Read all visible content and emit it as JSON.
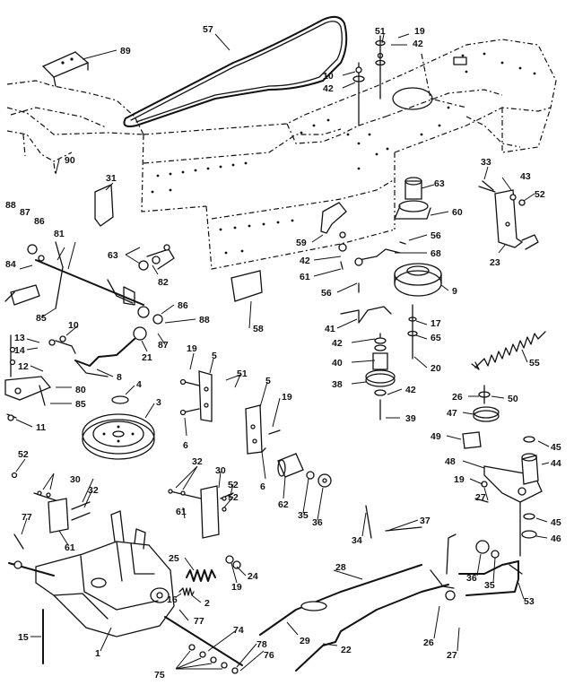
{
  "diagram": {
    "parts": [
      {
        "id": "p89",
        "label": "89"
      },
      {
        "id": "p57",
        "label": "57"
      },
      {
        "id": "p51",
        "label": "51"
      },
      {
        "id": "p19a",
        "label": "19"
      },
      {
        "id": "p42a",
        "label": "42"
      },
      {
        "id": "p10a",
        "label": "10"
      },
      {
        "id": "p42b",
        "label": "42"
      },
      {
        "id": "p90",
        "label": "90"
      },
      {
        "id": "p31",
        "label": "31"
      },
      {
        "id": "p63a",
        "label": "63"
      },
      {
        "id": "p60",
        "label": "60"
      },
      {
        "id": "p33",
        "label": "33"
      },
      {
        "id": "p43",
        "label": "43"
      },
      {
        "id": "p52a",
        "label": "52"
      },
      {
        "id": "p23",
        "label": "23"
      },
      {
        "id": "p88a",
        "label": "88"
      },
      {
        "id": "p87a",
        "label": "87"
      },
      {
        "id": "p86a",
        "label": "86"
      },
      {
        "id": "p81",
        "label": "81"
      },
      {
        "id": "p63b",
        "label": "63"
      },
      {
        "id": "p82",
        "label": "82"
      },
      {
        "id": "p59",
        "label": "59"
      },
      {
        "id": "p56a",
        "label": "56"
      },
      {
        "id": "p42c",
        "label": "42"
      },
      {
        "id": "p68",
        "label": "68"
      },
      {
        "id": "p84",
        "label": "84"
      },
      {
        "id": "p61a",
        "label": "61"
      },
      {
        "id": "p56b",
        "label": "56"
      },
      {
        "id": "p9",
        "label": "9"
      },
      {
        "id": "p58",
        "label": "58"
      },
      {
        "id": "p86b",
        "label": "86"
      },
      {
        "id": "p85",
        "label": "85"
      },
      {
        "id": "p88b",
        "label": "88"
      },
      {
        "id": "p10b",
        "label": "10"
      },
      {
        "id": "p87b",
        "label": "87"
      },
      {
        "id": "p41",
        "label": "41"
      },
      {
        "id": "p17",
        "label": "17"
      },
      {
        "id": "p13",
        "label": "13"
      },
      {
        "id": "p42d",
        "label": "42"
      },
      {
        "id": "p65",
        "label": "65"
      },
      {
        "id": "p14",
        "label": "14"
      },
      {
        "id": "p21",
        "label": "21"
      },
      {
        "id": "p19b",
        "label": "19"
      },
      {
        "id": "p5a",
        "label": "5"
      },
      {
        "id": "p40",
        "label": "40"
      },
      {
        "id": "p20",
        "label": "20"
      },
      {
        "id": "p55",
        "label": "55"
      },
      {
        "id": "p12",
        "label": "12"
      },
      {
        "id": "p8",
        "label": "8"
      },
      {
        "id": "p51b",
        "label": "51"
      },
      {
        "id": "p80",
        "label": "80"
      },
      {
        "id": "p4",
        "label": "4"
      },
      {
        "id": "p5b",
        "label": "5"
      },
      {
        "id": "p38",
        "label": "38"
      },
      {
        "id": "p42e",
        "label": "42"
      },
      {
        "id": "p26a",
        "label": "26"
      },
      {
        "id": "p50",
        "label": "50"
      },
      {
        "id": "p19c",
        "label": "19"
      },
      {
        "id": "p85b",
        "label": "85"
      },
      {
        "id": "p3",
        "label": "3"
      },
      {
        "id": "p39",
        "label": "39"
      },
      {
        "id": "p47",
        "label": "47"
      },
      {
        "id": "p11",
        "label": "11"
      },
      {
        "id": "p6a",
        "label": "6"
      },
      {
        "id": "p49",
        "label": "49"
      },
      {
        "id": "p45a",
        "label": "45"
      },
      {
        "id": "p48",
        "label": "48"
      },
      {
        "id": "p44",
        "label": "44"
      },
      {
        "id": "p52b",
        "label": "52"
      },
      {
        "id": "p32a",
        "label": "32"
      },
      {
        "id": "p30a",
        "label": "30"
      },
      {
        "id": "p6b",
        "label": "6"
      },
      {
        "id": "p19d",
        "label": "19"
      },
      {
        "id": "p52c",
        "label": "52"
      },
      {
        "id": "p30b",
        "label": "30"
      },
      {
        "id": "p32b",
        "label": "32"
      },
      {
        "id": "p52d",
        "label": "52"
      },
      {
        "id": "p62",
        "label": "62"
      },
      {
        "id": "p35a",
        "label": "35"
      },
      {
        "id": "p36a",
        "label": "36"
      },
      {
        "id": "p27a",
        "label": "27"
      },
      {
        "id": "p61b",
        "label": "61"
      },
      {
        "id": "p34",
        "label": "34"
      },
      {
        "id": "p37",
        "label": "37"
      },
      {
        "id": "p45b",
        "label": "45"
      },
      {
        "id": "p77a",
        "label": "77"
      },
      {
        "id": "p46",
        "label": "46"
      },
      {
        "id": "p61c",
        "label": "61"
      },
      {
        "id": "p25",
        "label": "25"
      },
      {
        "id": "p28",
        "label": "28"
      },
      {
        "id": "p24",
        "label": "24"
      },
      {
        "id": "p19e",
        "label": "19"
      },
      {
        "id": "p36b",
        "label": "36"
      },
      {
        "id": "p35b",
        "label": "35"
      },
      {
        "id": "p53",
        "label": "53"
      },
      {
        "id": "p16",
        "label": "16"
      },
      {
        "id": "p2",
        "label": "2"
      },
      {
        "id": "p77b",
        "label": "77"
      },
      {
        "id": "p15",
        "label": "15"
      },
      {
        "id": "p1",
        "label": "1"
      },
      {
        "id": "p74",
        "label": "74"
      },
      {
        "id": "p29",
        "label": "29"
      },
      {
        "id": "p22",
        "label": "22"
      },
      {
        "id": "p26b",
        "label": "26"
      },
      {
        "id": "p78",
        "label": "78"
      },
      {
        "id": "p76",
        "label": "76"
      },
      {
        "id": "p27b",
        "label": "27"
      },
      {
        "id": "p75",
        "label": "75"
      }
    ]
  }
}
